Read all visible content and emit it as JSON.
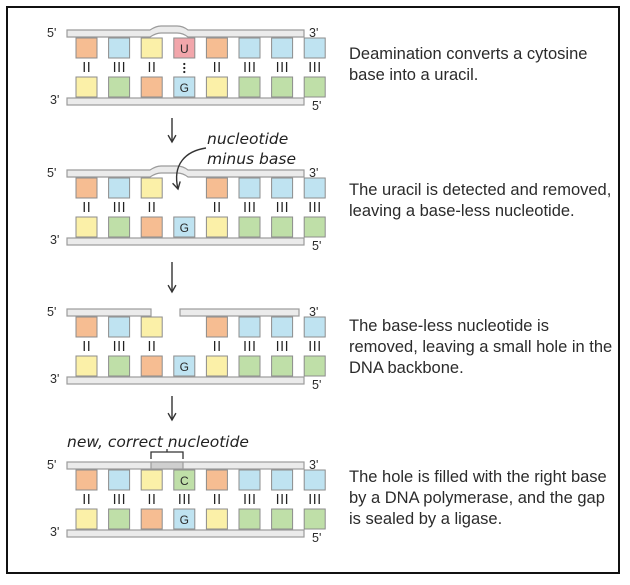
{
  "colors": {
    "backbone_fill": "#ebebeb",
    "backbone_stroke": "#9b9b9b",
    "orange": "#f6bd92",
    "blue": "#bfe3f1",
    "yellow": "#fbf0a8",
    "green": "#bfdfa8",
    "red": "#f2a6ab",
    "outline": "#8c8c8c",
    "text": "#2b2b2b"
  },
  "steps": [
    {
      "caption": "Deamination converts a cytosine base into a uracil.",
      "top_left": "5'",
      "top_right": "3'",
      "bottom_left": "3'",
      "bottom_right": "5'",
      "top_bases": [
        "orange",
        "blue",
        "yellow",
        "red",
        "orange",
        "blue",
        "blue",
        "blue"
      ],
      "top_letters": [
        "",
        "",
        "",
        "U",
        "",
        "",
        "",
        ""
      ],
      "bottom_bases": [
        "yellow",
        "green",
        "orange",
        "blue",
        "yellow",
        "green",
        "green",
        "green"
      ],
      "bottom_letters": [
        "",
        "",
        "",
        "G",
        "",
        "",
        "",
        ""
      ],
      "bonds": [
        "II",
        "III",
        "II",
        "dots",
        "II",
        "III",
        "III",
        "III"
      ]
    },
    {
      "caption": "The uracil is detected and removed, leaving a base-less nucleotide.",
      "top_left": "5'",
      "top_right": "3'",
      "bottom_left": "3'",
      "bottom_right": "5'",
      "annotation": "nucleotide minus base",
      "top_bases": [
        "orange",
        "blue",
        "yellow",
        "",
        "orange",
        "blue",
        "blue",
        "blue"
      ],
      "top_letters": [
        "",
        "",
        "",
        "",
        "",
        "",
        "",
        ""
      ],
      "bottom_bases": [
        "yellow",
        "green",
        "orange",
        "blue",
        "yellow",
        "green",
        "green",
        "green"
      ],
      "bottom_letters": [
        "",
        "",
        "",
        "G",
        "",
        "",
        "",
        ""
      ],
      "bonds": [
        "II",
        "III",
        "II",
        "",
        "II",
        "III",
        "III",
        "III"
      ]
    },
    {
      "caption": "The base-less nucleotide is removed, leaving a small hole in the DNA backbone.",
      "top_left": "5'",
      "top_right": "3'",
      "bottom_left": "3'",
      "bottom_right": "5'",
      "top_bases": [
        "orange",
        "blue",
        "yellow",
        "",
        "orange",
        "blue",
        "blue",
        "blue"
      ],
      "top_letters": [
        "",
        "",
        "",
        "",
        "",
        "",
        "",
        ""
      ],
      "bottom_bases": [
        "yellow",
        "green",
        "orange",
        "blue",
        "yellow",
        "green",
        "green",
        "green"
      ],
      "bottom_letters": [
        "",
        "",
        "",
        "G",
        "",
        "",
        "",
        ""
      ],
      "bonds": [
        "II",
        "III",
        "II",
        "",
        "II",
        "III",
        "III",
        "III"
      ]
    },
    {
      "caption": "The hole is filled with the right base by a DNA polymerase, and the gap is sealed by a ligase.",
      "top_left": "5'",
      "top_right": "3'",
      "bottom_left": "3'",
      "bottom_right": "5'",
      "annotation": "new, correct nucleotide",
      "top_bases": [
        "orange",
        "blue",
        "yellow",
        "green",
        "orange",
        "blue",
        "blue",
        "blue"
      ],
      "top_letters": [
        "",
        "",
        "",
        "C",
        "",
        "",
        "",
        ""
      ],
      "bottom_bases": [
        "yellow",
        "green",
        "orange",
        "blue",
        "yellow",
        "green",
        "green",
        "green"
      ],
      "bottom_letters": [
        "",
        "",
        "",
        "G",
        "",
        "",
        "",
        ""
      ],
      "bonds": [
        "II",
        "III",
        "II",
        "III",
        "II",
        "III",
        "III",
        "III"
      ]
    }
  ]
}
